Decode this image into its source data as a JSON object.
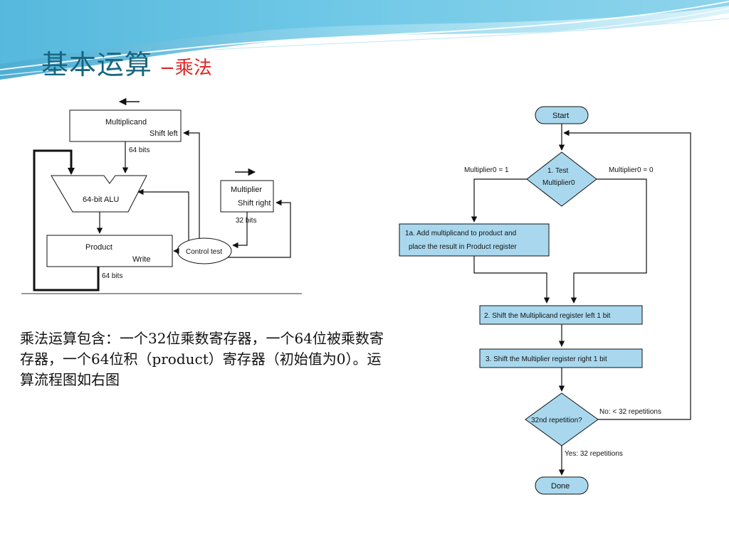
{
  "slide": {
    "title": "基本运算",
    "subtitle": "−乘法",
    "description": "乘法运算包含：一个32位乘数寄存器，一个64位被乘数寄存器，一个64位积（product）寄存器（初始值为0）。运算流程图如右图"
  },
  "hardware_diagram": {
    "multiplicand_label": "Multiplicand",
    "multiplicand_op": "Shift left",
    "multiplicand_width": "64 bits",
    "alu_label": "64-bit ALU",
    "product_label": "Product",
    "product_op": "Write",
    "product_width": "64 bits",
    "multiplier_label": "Multiplier",
    "multiplier_op": "Shift right",
    "multiplier_width": "32 bits",
    "control_label": "Control test"
  },
  "flowchart": {
    "start": "Start",
    "test_line1": "1. Test",
    "test_line2": "Multiplier0",
    "branch_one": "Multiplier0 = 1",
    "branch_zero": "Multiplier0 = 0",
    "step_1a_line1": "1a.  Add multiplicand to product and",
    "step_1a_line2": "place the result in Product register",
    "step_2": "2.  Shift the Multiplicand register left 1 bit",
    "step_3": "3.  Shift the Multiplier register right 1 bit",
    "repeat_question": "32nd repetition?",
    "no_label": "No:  < 32 repetitions",
    "yes_label": "Yes:  32 repetitions",
    "done": "Done"
  },
  "colors": {
    "title": "#17657f",
    "subtitle": "#e02424",
    "flow_fill": "#a9d8ee",
    "header_wave": "#4fb6d8"
  }
}
